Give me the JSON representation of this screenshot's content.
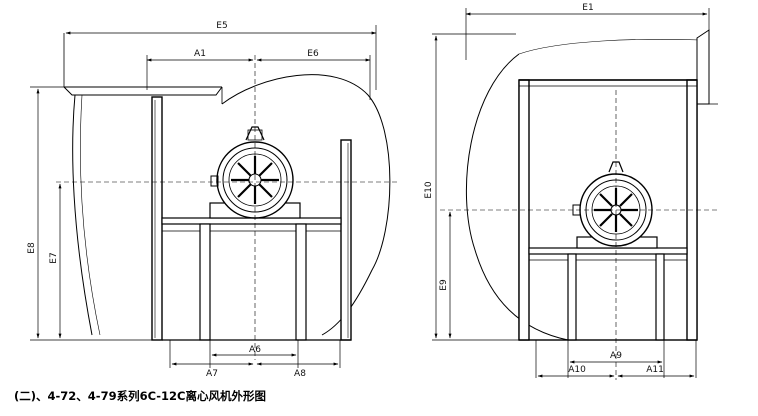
{
  "caption": "(二)、4-72、4-79系列6C-12C离心风机外形图",
  "left_view": {
    "labels": {
      "E5": "E5",
      "A1": "A1",
      "E6": "E6",
      "E8": "E8",
      "E7": "E7",
      "A6": "A6",
      "A7": "A7",
      "A8": "A8"
    }
  },
  "right_view": {
    "labels": {
      "E1": "E1",
      "E10": "E10",
      "E9": "E9",
      "A9": "A9",
      "A10": "A10",
      "A11": "A11"
    }
  }
}
